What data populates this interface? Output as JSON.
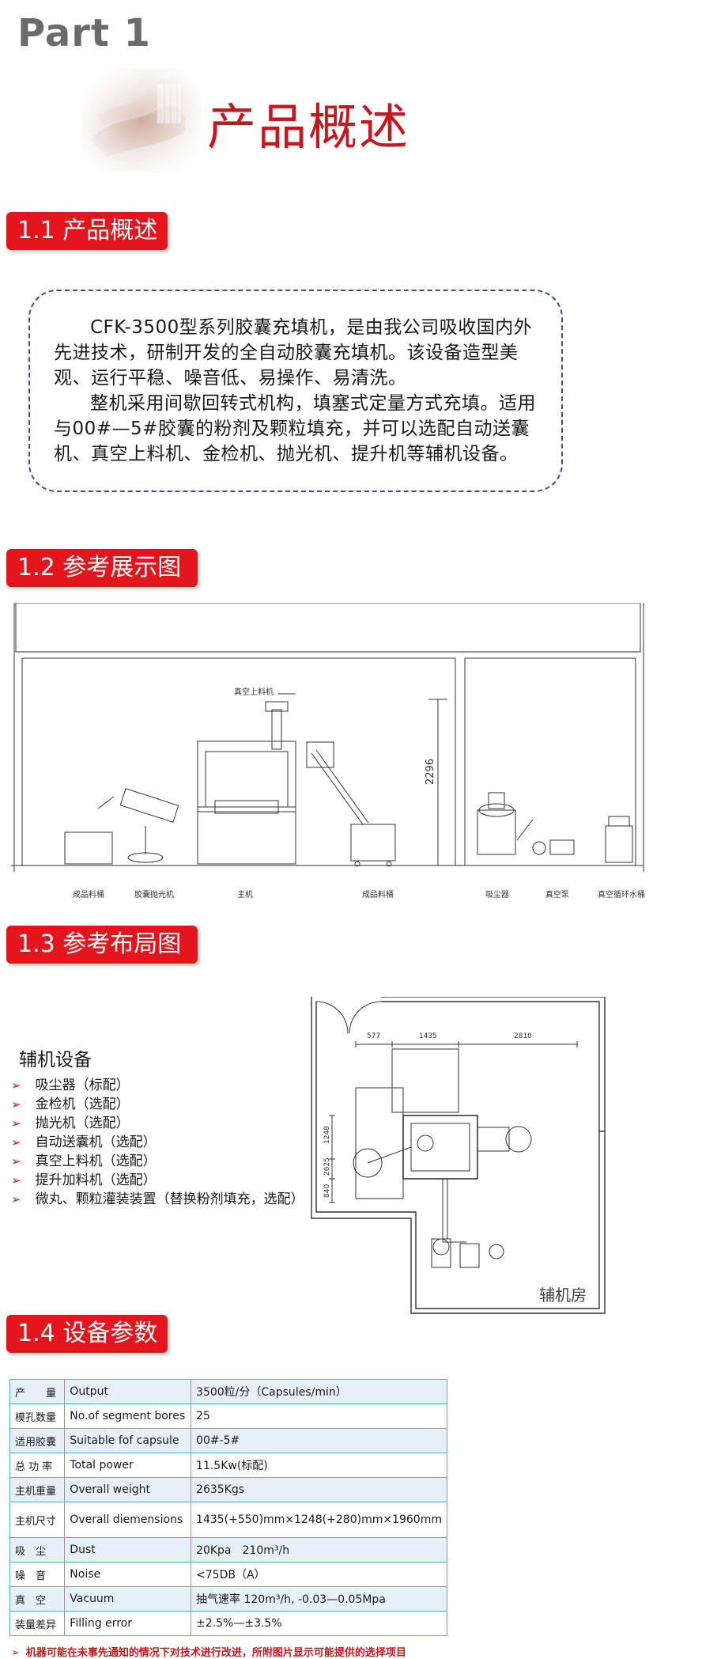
{
  "header": {
    "part_label": "Part 1",
    "title": "产品概述"
  },
  "sections": {
    "overview": "1.1 产品概述",
    "display": "1.2 参考展示图",
    "layout": "1.3 参考布局图",
    "params": "1.4 设备参数"
  },
  "overview": {
    "para1": "CFK-3500型系列胶囊充填机，是由我公司吸收国内外先进技术，研制开发的全自动胶囊充填机。该设备造型美观、运行平稳、噪音低、易操作、易清洗。",
    "para2": "整机采用间歇回转式机构，填塞式定量方式充填。适用与00#—5#胶囊的粉剂及颗粒填充，并可以选配自动送囊机、真空上料机、金检机、抛光机、提升机等辅机设备。"
  },
  "drawing": {
    "label_vacuum_feeder": "真空上料机",
    "label_height": "2296",
    "labels": [
      "成品料桶",
      "胶囊抛光机",
      "主机",
      "成品料桶",
      "吸尘器",
      "真空泵",
      "真空循环水桶"
    ]
  },
  "layout": {
    "aux_title": "辅机设备",
    "aux_items": [
      "吸尘器（标配）",
      "金检机（选配）",
      "抛光机（选配）",
      "自动送囊机（选配）",
      "真空上料机（选配）",
      "提升加料机（选配）",
      "微丸、颗粒灌装装置（替换粉剂填充，选配）"
    ],
    "dims": [
      "577",
      "1435",
      "2810",
      "1248",
      "2625",
      "840"
    ],
    "room_label": "辅机房"
  },
  "params": [
    {
      "cn": "产　　量",
      "en": "Output",
      "value": "3500粒/分（Capsules/min）"
    },
    {
      "cn": "模孔数量",
      "en": "No.of segment bores",
      "value": "25"
    },
    {
      "cn": "适用胶囊",
      "en": "Suitable fof capsule",
      "value": "00#-5#"
    },
    {
      "cn": "总 功 率",
      "en": "Total power",
      "value": "11.5Kw(标配)"
    },
    {
      "cn": "主机重量",
      "en": "Overall weight",
      "value": "2635Kgs"
    },
    {
      "cn": "主机尺寸",
      "en": "Overall diemensions",
      "value": "1435(+550)mm×1248(+280)mm×1960mm"
    },
    {
      "cn": "吸　尘",
      "en": "Dust",
      "value": "20Kpa　210m³/h"
    },
    {
      "cn": "噪　音",
      "en": "Noise",
      "value": "<75DB（A）"
    },
    {
      "cn": "真　空",
      "en": "Vacuum",
      "value": "抽气速率 120m³/h, -0.03—0.05Mpa"
    },
    {
      "cn": "装量差异",
      "en": "Filling error",
      "value": "±2.5%—±3.5%"
    }
  ],
  "footer": {
    "note": "机器可能在未事先通知的情况下对技术进行改进，所附图片显示可能提供的选择项目"
  },
  "colors": {
    "accent_red": "#e2161c",
    "title_red": "#c8161d",
    "table_border": "#5ba8d9"
  }
}
